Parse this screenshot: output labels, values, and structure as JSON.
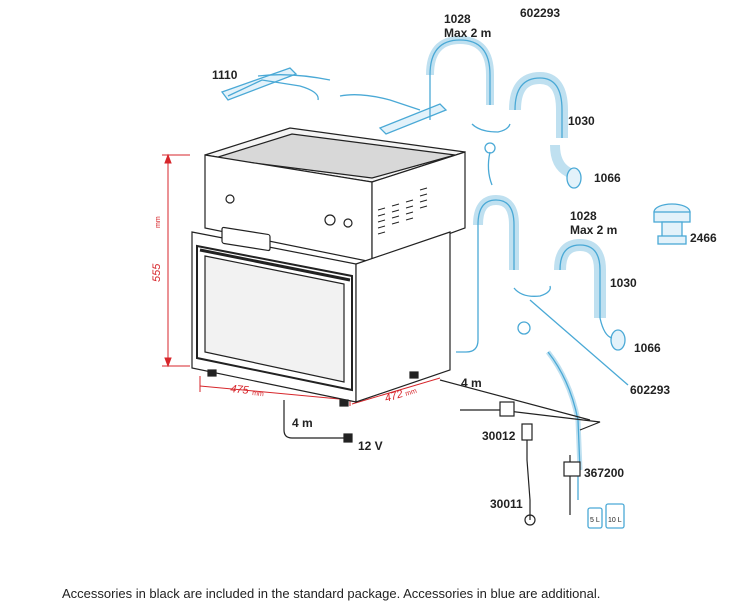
{
  "colors": {
    "blue": "#4aa9d6",
    "black": "#222222",
    "dimension": "#d7262b"
  },
  "dimensions": {
    "height": "555",
    "height_unit": "mm",
    "width": "475",
    "width_unit": "mm",
    "depth": "472",
    "depth_unit": "mm"
  },
  "labels": {
    "p1110": "1110",
    "p1028_top": "1028",
    "max2m_top": "Max 2 m",
    "p602293_top": "602293",
    "p1030_top": "1030",
    "p1066_top": "1066",
    "p1028_mid": "1028",
    "max2m_mid": "Max 2 m",
    "p2466": "2466",
    "p1030_mid": "1030",
    "p1066_mid": "1066",
    "p602293_mid": "602293",
    "len_4m_right": "4 m",
    "len_4m_left": "4 m",
    "volt_12v": "12 V",
    "p30012": "30012",
    "p367200": "367200",
    "p30011": "30011",
    "can_5l": "5 L",
    "can_10l": "10 L"
  },
  "caption": "Accessories in black are included in the standard package. Accessories in blue are additional."
}
